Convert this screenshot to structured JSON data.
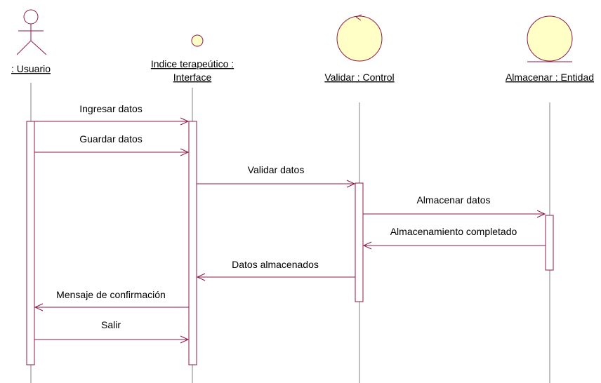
{
  "colors": {
    "line": "#8B1A4A",
    "lifeline": "#808080",
    "activation_fill": "#ffffff",
    "icon_fill": "#FFFFC6",
    "icon_stroke": "#8B1A4A",
    "text": "#000000"
  },
  "participants": [
    {
      "id": "usuario",
      "kind": "actor",
      "icon": "actor-icon",
      "label_lines": [
        ": Usuario"
      ]
    },
    {
      "id": "interface",
      "kind": "boundary",
      "icon": "interface-icon",
      "label_lines": [
        "Indice terapeútico :",
        "Interface"
      ]
    },
    {
      "id": "control",
      "kind": "control",
      "icon": "control-icon",
      "label_lines": [
        "Validar : Control"
      ]
    },
    {
      "id": "entidad",
      "kind": "entity",
      "icon": "entity-icon",
      "label_lines": [
        "Almacenar : Entidad"
      ]
    }
  ],
  "messages": [
    {
      "from": "usuario",
      "to": "interface",
      "label": "Ingresar datos"
    },
    {
      "from": "usuario",
      "to": "interface",
      "label": "Guardar datos"
    },
    {
      "from": "interface",
      "to": "control",
      "label": "Validar datos"
    },
    {
      "from": "control",
      "to": "entidad",
      "label": "Almacenar datos"
    },
    {
      "from": "entidad",
      "to": "control",
      "label": "Almacenamiento completado"
    },
    {
      "from": "control",
      "to": "interface",
      "label": "Datos almacenados"
    },
    {
      "from": "interface",
      "to": "usuario",
      "label": "Mensaje de confirmación"
    },
    {
      "from": "usuario",
      "to": "interface",
      "label": "Salir"
    }
  ]
}
